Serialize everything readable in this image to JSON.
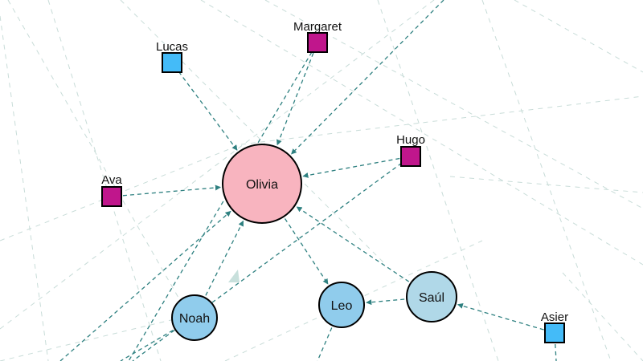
{
  "colors": {
    "edge": "#2e8080",
    "faint_edge": "#c8dcd8",
    "pink": "#f8b4bf",
    "light_blue": "#90ccec",
    "pale_blue": "#b0d8e8",
    "bright_blue": "#44bbf8",
    "magenta": "#c0168c"
  },
  "nodes": [
    {
      "id": "olivia",
      "name": "Olivia",
      "shape": "circle",
      "fill": "pink"
    },
    {
      "id": "noah",
      "name": "Noah",
      "shape": "circle",
      "fill": "light_blue"
    },
    {
      "id": "leo",
      "name": "Leo",
      "shape": "circle",
      "fill": "light_blue"
    },
    {
      "id": "saul",
      "name": "Saúl",
      "shape": "circle",
      "fill": "pale_blue"
    },
    {
      "id": "lucas",
      "name": "Lucas",
      "shape": "square",
      "fill": "bright_blue"
    },
    {
      "id": "margaret",
      "name": "Margaret",
      "shape": "square",
      "fill": "magenta"
    },
    {
      "id": "hugo",
      "name": "Hugo",
      "shape": "square",
      "fill": "magenta"
    },
    {
      "id": "ava",
      "name": "Ava",
      "shape": "square",
      "fill": "magenta"
    },
    {
      "id": "asier",
      "name": "Asier",
      "shape": "square",
      "fill": "bright_blue"
    }
  ],
  "edges": [
    {
      "from": "lucas",
      "to": "olivia"
    },
    {
      "from": "margaret",
      "to": "olivia"
    },
    {
      "from": "hugo",
      "to": "olivia"
    },
    {
      "from": "ava",
      "to": "olivia"
    },
    {
      "from": "noah",
      "to": "olivia"
    },
    {
      "from": "saul",
      "to": "olivia"
    },
    {
      "from": "olivia",
      "to": "leo"
    },
    {
      "from": "saul",
      "to": "leo"
    },
    {
      "from": "asier",
      "to": "saul"
    },
    {
      "from": "margaret",
      "to": "offscreen"
    },
    {
      "from": "hugo",
      "to": "offscreen"
    },
    {
      "from": "noah",
      "to": "offscreen"
    },
    {
      "from": "leo",
      "to": "offscreen"
    },
    {
      "from": "asier",
      "to": "offscreen"
    },
    {
      "from": "offscreen",
      "to": "olivia"
    }
  ]
}
